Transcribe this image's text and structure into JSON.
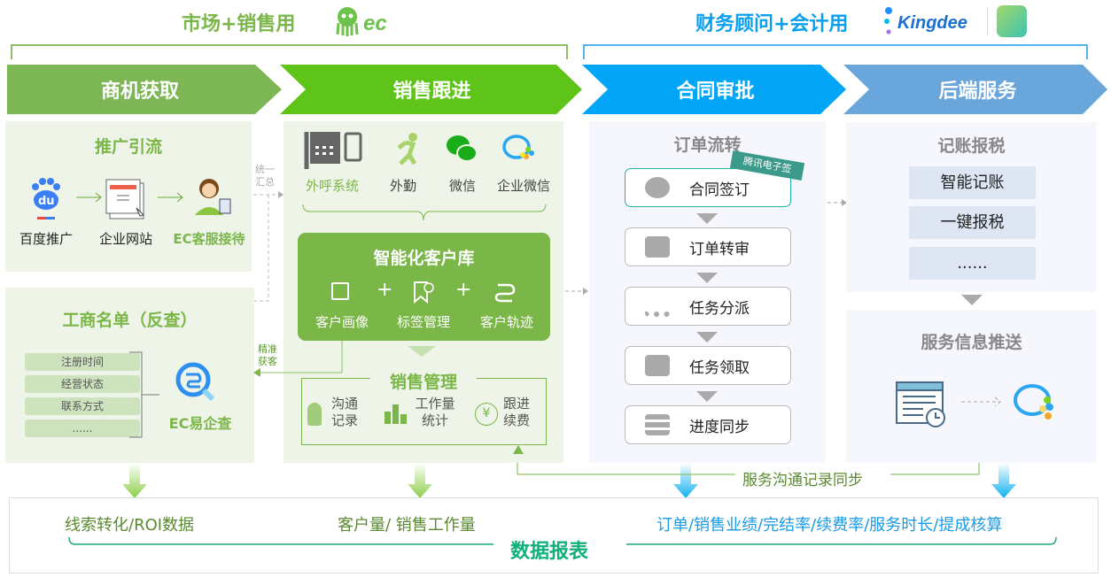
{
  "header": {
    "left_title": "市场+销售用",
    "left_logo": "ec",
    "right_title": "财务顾问+会计用",
    "right_logo": "Kingdee"
  },
  "stages": [
    "商机获取",
    "销售跟进",
    "合同审批",
    "后端服务"
  ],
  "colors": {
    "green": "#7db655",
    "bright_green": "#5ec41a",
    "blue": "#03a6f7",
    "light_blue": "#68a6dc"
  },
  "promo": {
    "title": "推广引流",
    "items": [
      "百度推广",
      "企业网站",
      "EC客服接待"
    ],
    "side_note": "统一汇总"
  },
  "registry": {
    "title": "工商名单（反查）",
    "tags": [
      "注册时间",
      "经营状态",
      "联系方式",
      "......"
    ],
    "tool": "EC易企查",
    "side_note": "精准获客"
  },
  "channels": [
    "外呼系统",
    "外勤",
    "微信",
    "企业微信"
  ],
  "crm": {
    "title": "智能化客户库",
    "items": [
      "客户画像",
      "标签管理",
      "客户轨迹"
    ],
    "plus": "+"
  },
  "sales_mgmt": {
    "title": "销售管理",
    "items": [
      "沟通记录",
      "工作量统计",
      "跟进续费"
    ]
  },
  "order": {
    "title": "订单流转",
    "badge": "腾讯电子签",
    "steps": [
      "合同签订",
      "订单转审",
      "任务分派",
      "任务领取",
      "进度同步"
    ]
  },
  "accounting": {
    "title": "记账报税",
    "items": [
      "智能记账",
      "一键报税",
      "......"
    ]
  },
  "push": {
    "title": "服务信息推送"
  },
  "sync_note": "服务沟通记录同步",
  "report": {
    "title": "数据报表",
    "left": "线索转化/ROI数据",
    "middle": "客户量/ 销售工作量",
    "right": "订单/销售业绩/完结率/续费率/服务时长/提成核算"
  }
}
